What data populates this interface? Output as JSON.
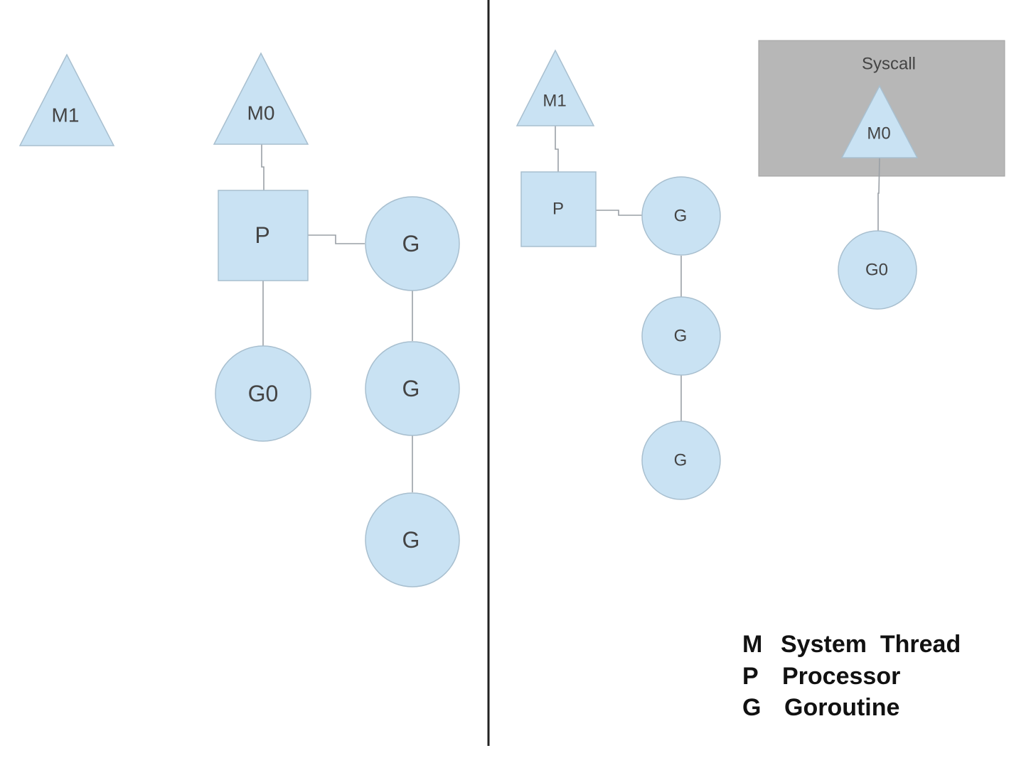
{
  "left_panel": {
    "m1_label": "M1",
    "m0_label": "M0",
    "p_label": "P",
    "g0_label": "G0",
    "g_labels": [
      "G",
      "G",
      "G"
    ]
  },
  "right_panel": {
    "syscall_label": "Syscall",
    "m1_label": "M1",
    "m0_label": "M0",
    "p_label": "P",
    "g0_label": "G0",
    "g_labels": [
      "G",
      "G",
      "G"
    ]
  },
  "legend": {
    "items": [
      {
        "key": "M",
        "text": "System  Thread"
      },
      {
        "key": "P",
        "text": "Processor"
      },
      {
        "key": "G",
        "text": "Goroutine"
      }
    ]
  },
  "colors": {
    "node_fill": "#c9e2f3",
    "node_stroke": "#a8bfcf",
    "syscall_box": "#b7b7b7",
    "divider": "#222222"
  }
}
